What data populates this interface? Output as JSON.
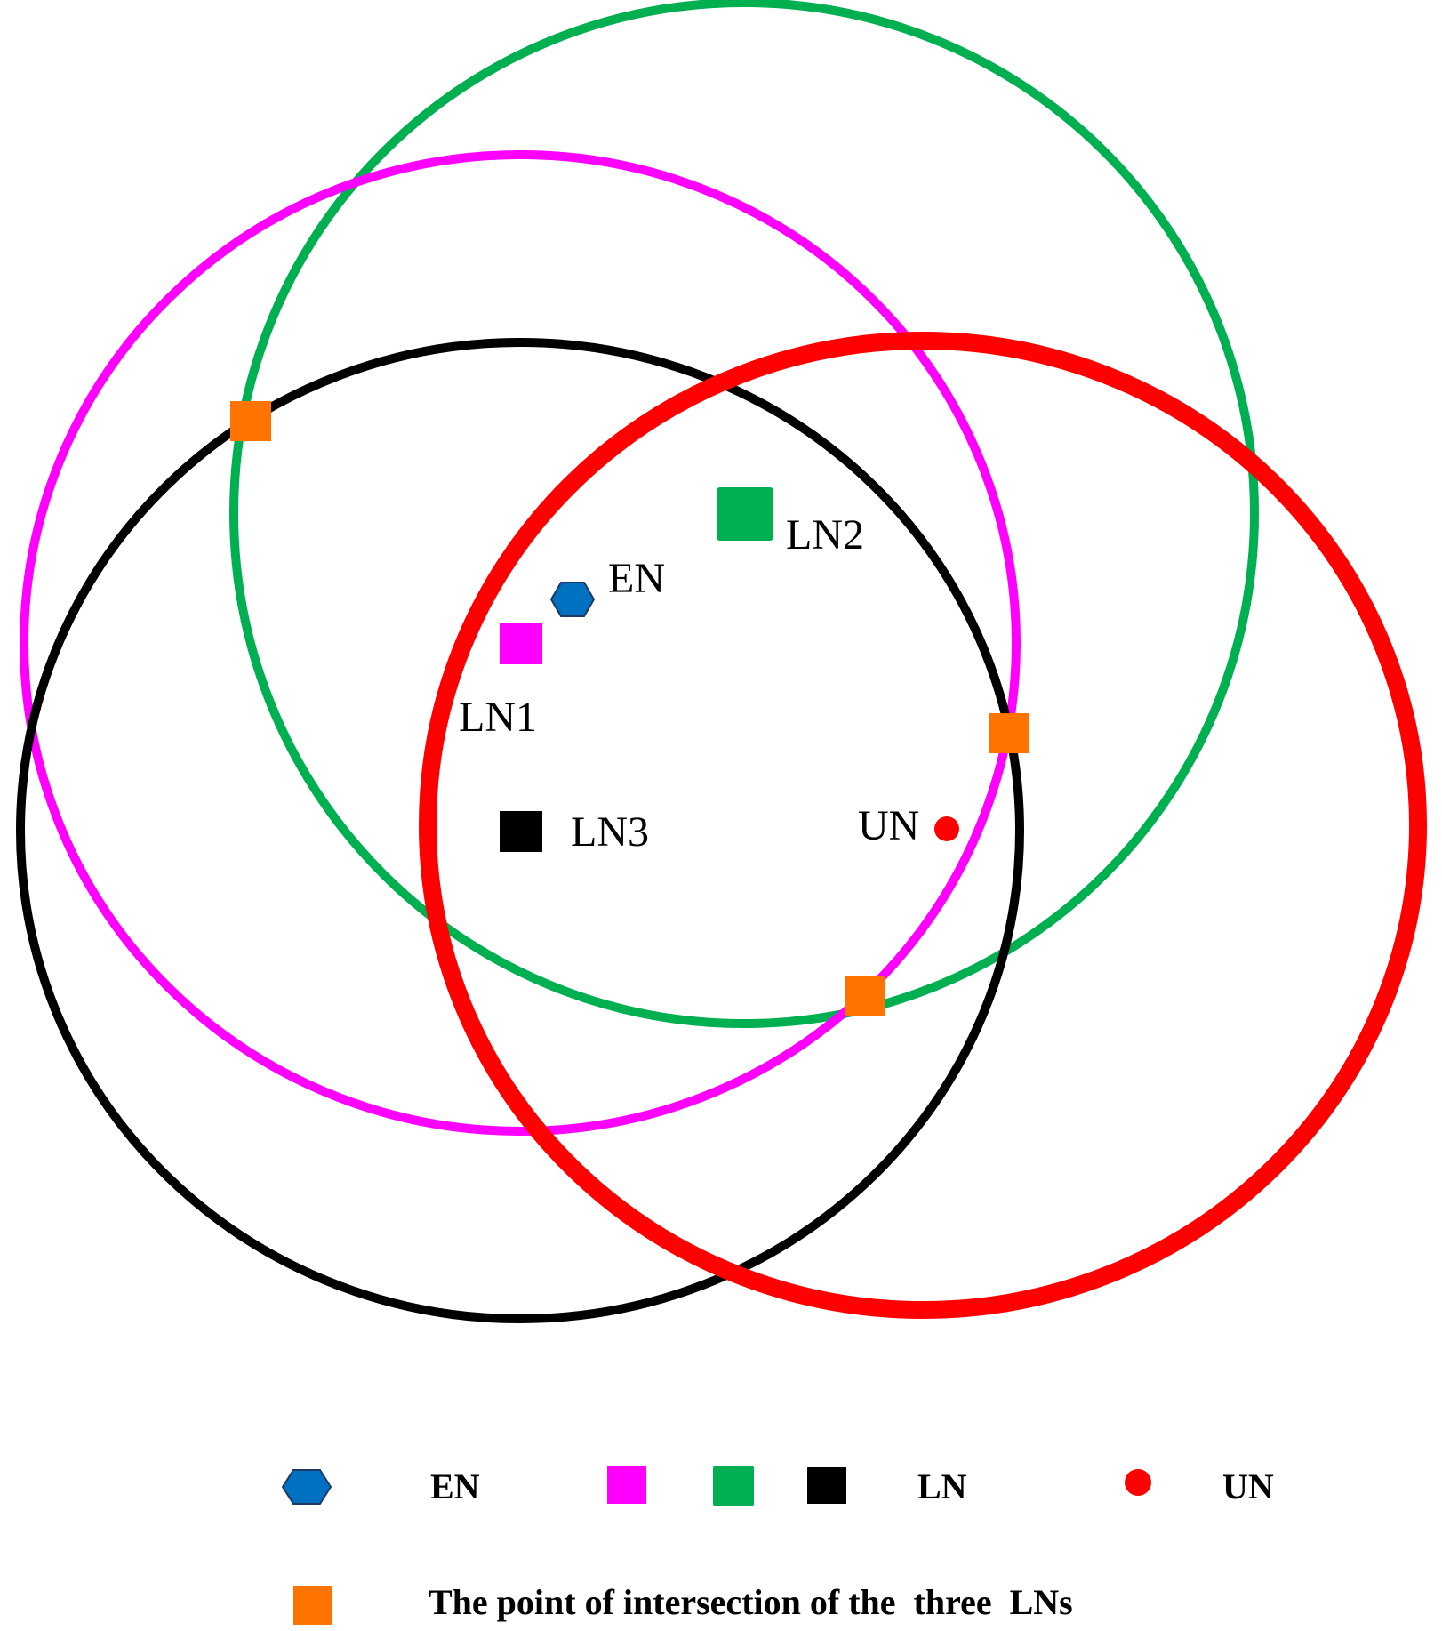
{
  "colors": {
    "ln1": "#ff00ff",
    "ln2": "#00b050",
    "ln3": "#000000",
    "un": "#ff0000",
    "en": "#0070c0",
    "intersection": "#ff7300"
  },
  "nodes": {
    "ln1_label": "LN1",
    "ln2_label": "LN2",
    "ln3_label": "LN3",
    "en_label": "EN",
    "un_label": "UN"
  },
  "legend": {
    "en_label": "EN",
    "ln_label": "LN",
    "un_label": "UN",
    "intersection_label": "The point of intersection of the  three  LNs"
  }
}
